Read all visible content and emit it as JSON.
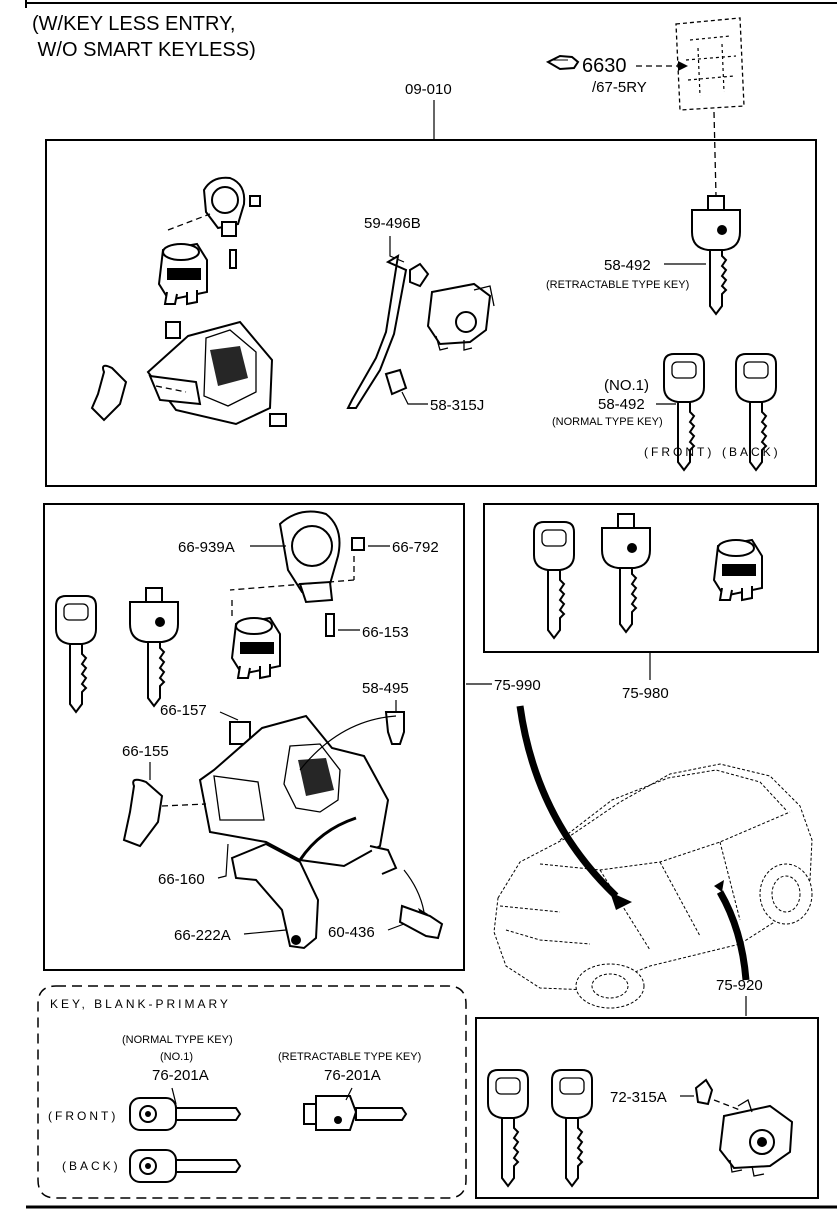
{
  "title": {
    "line1": "(W/KEY LESS ENTRY,",
    "line2": " W/O SMART KEYLESS)"
  },
  "reference": {
    "number": "6630",
    "code": "/67-5RY",
    "icon": "pointing-hand-icon"
  },
  "groups": {
    "top": "09-010",
    "mid_right": "75-980",
    "mid_center": "75-990",
    "bottom_right": "75-920"
  },
  "top_box": {
    "part_59_496B": "59-496B",
    "part_58_315J": "58-315J",
    "retractable": {
      "number": "58-492",
      "desc": "(RETRACTABLE TYPE KEY)"
    },
    "normal": {
      "qualifier": "(NO.1)",
      "number": "58-492",
      "desc": "(NORMAL TYPE KEY)",
      "front": "(FRONT)",
      "back": "(BACK)"
    }
  },
  "mid_box": {
    "p_66_939A": "66-939A",
    "p_66_792": "66-792",
    "p_66_153": "66-153",
    "p_58_495": "58-495",
    "p_66_157": "66-157",
    "p_66_155": "66-155",
    "p_66_160": "66-160",
    "p_66_222A": "66-222A",
    "p_60_436": "60-436"
  },
  "blank_box": {
    "heading": "KEY, BLANK-PRIMARY",
    "normal_desc": "(NORMAL TYPE KEY)",
    "normal_qualifier": "(NO.1)",
    "normal_number": "76-201A",
    "retract_desc": "(RETRACTABLE TYPE KEY)",
    "retract_number": "76-201A",
    "front": "(FRONT)",
    "back": "(BACK)"
  },
  "bottom_right_box": {
    "p_72_315A": "72-315A"
  }
}
